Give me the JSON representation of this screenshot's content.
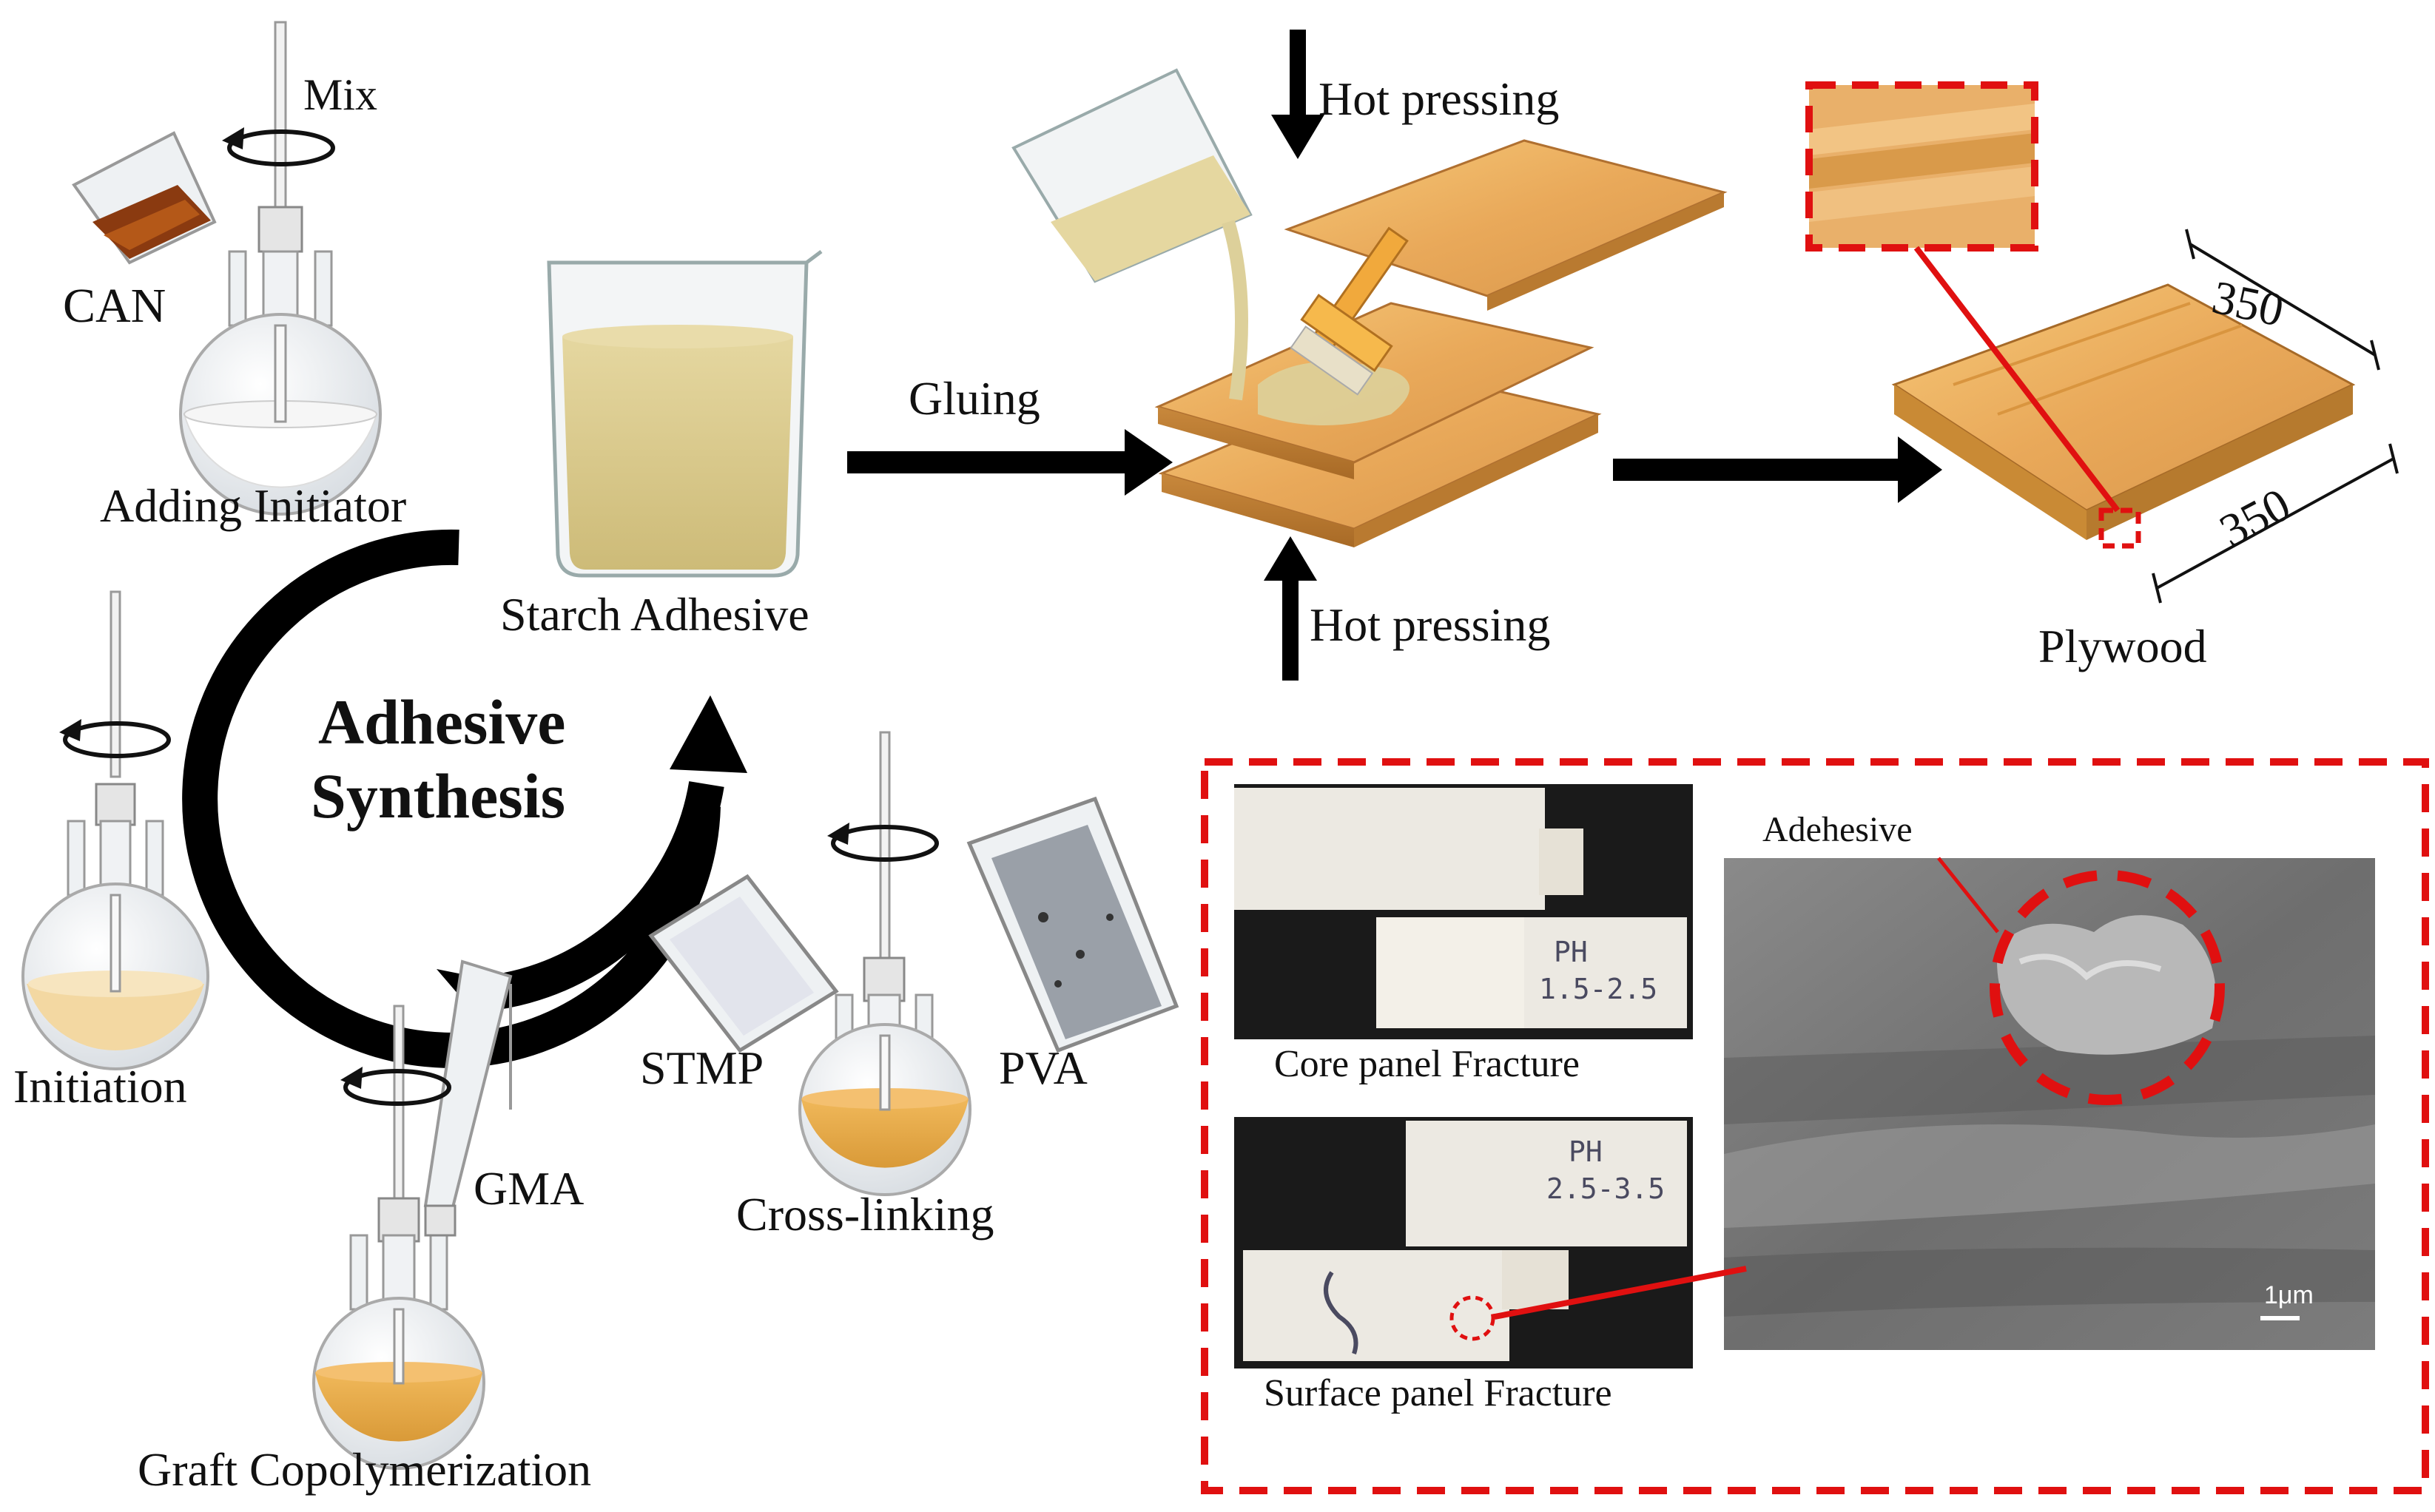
{
  "labels": {
    "mix": "Mix",
    "can": "CAN",
    "adding_initiator": "Adding Initiator",
    "starch_adhesive": "Starch Adhesive",
    "gluing": "Gluing",
    "hot_pressing_top": "Hot pressing",
    "hot_pressing_bottom": "Hot pressing",
    "plywood": "Plywood",
    "dim_top": "350",
    "dim_bottom": "350",
    "adhesive_synthesis_1": "Adhesive",
    "adhesive_synthesis_2": "Synthesis",
    "initiation": "Initiation",
    "stmp": "STMP",
    "pva": "PVA",
    "cross_linking": "Cross-linking",
    "gma": "GMA",
    "graft_copolymerization": "Graft Copolymerization",
    "core_panel_fracture": "Core panel Fracture",
    "surface_panel_fracture": "Surface panel Fracture",
    "adehesive": "Adehesive",
    "scale_bar": "1μm",
    "sample_ph1_a": "PH",
    "sample_ph1_b": "1.5-2.5",
    "sample_ph2_a": "PH",
    "sample_ph2_b": "2.5-3.5"
  },
  "colors": {
    "highlight_red": "#e01010",
    "arrow_black": "#000000",
    "wood_light": "#f0b860",
    "wood_dark": "#c98a35",
    "adhesive_beige": "#d8c98a",
    "liquid_gold": "#e4a845",
    "liquid_brown": "#8a3a10",
    "glass": "#e8ecef"
  }
}
